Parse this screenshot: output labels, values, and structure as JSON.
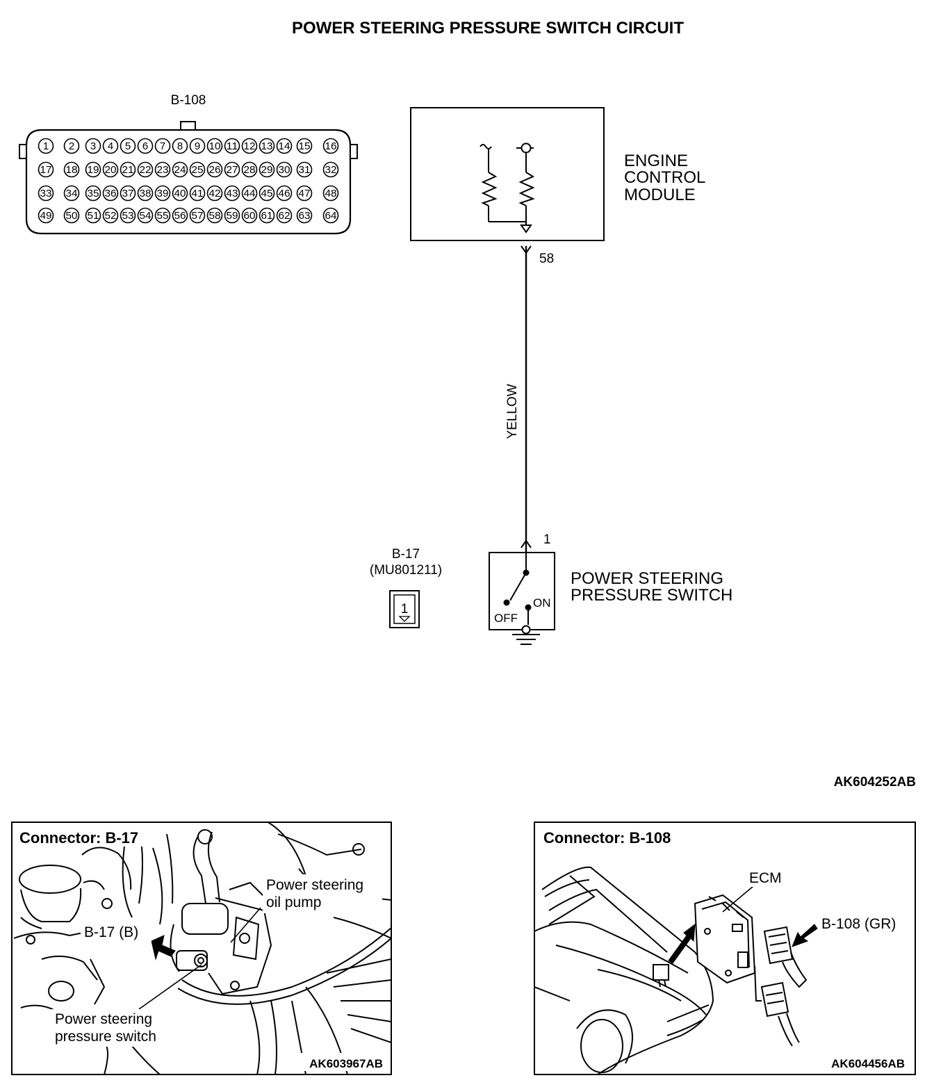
{
  "title": "POWER STEERING PRESSURE SWITCH CIRCUIT",
  "figure_code_main": "AK604252AB",
  "connector_b108": {
    "label": "B-108",
    "rows": [
      [
        "1",
        "2",
        "3",
        "4",
        "5",
        "6",
        "7",
        "8",
        "9",
        "10",
        "11",
        "12",
        "13",
        "14",
        "15",
        "16"
      ],
      [
        "17",
        "18",
        "19",
        "20",
        "21",
        "22",
        "23",
        "24",
        "25",
        "26",
        "27",
        "28",
        "29",
        "30",
        "31",
        "32"
      ],
      [
        "33",
        "34",
        "35",
        "36",
        "37",
        "38",
        "39",
        "40",
        "41",
        "42",
        "43",
        "44",
        "45",
        "46",
        "47",
        "48"
      ],
      [
        "49",
        "50",
        "51",
        "52",
        "53",
        "54",
        "55",
        "56",
        "57",
        "58",
        "59",
        "60",
        "61",
        "62",
        "63",
        "64"
      ]
    ]
  },
  "ecm": {
    "line1": "ENGINE",
    "line2": "CONTROL",
    "line3": "MODULE",
    "pin": "58"
  },
  "wire": {
    "color": "YELLOW"
  },
  "switch": {
    "line1": "POWER STEERING",
    "line2": "PRESSURE SWITCH",
    "pin": "1",
    "on_label": "ON",
    "off_label": "OFF"
  },
  "connector_b17": {
    "label": "B-17",
    "part": "(MU801211)",
    "pin": "1"
  },
  "panel_left": {
    "header": "Connector: B-17",
    "callout_pump_1": "Power steering",
    "callout_pump_2": "oil pump",
    "callout_conn": "B-17 (B)",
    "callout_switch_1": "Power steering",
    "callout_switch_2": "pressure switch",
    "code": "AK603967AB"
  },
  "panel_right": {
    "header": "Connector: B-108",
    "callout_ecm": "ECM",
    "callout_conn": "B-108 (GR)",
    "code": "AK604456AB"
  }
}
